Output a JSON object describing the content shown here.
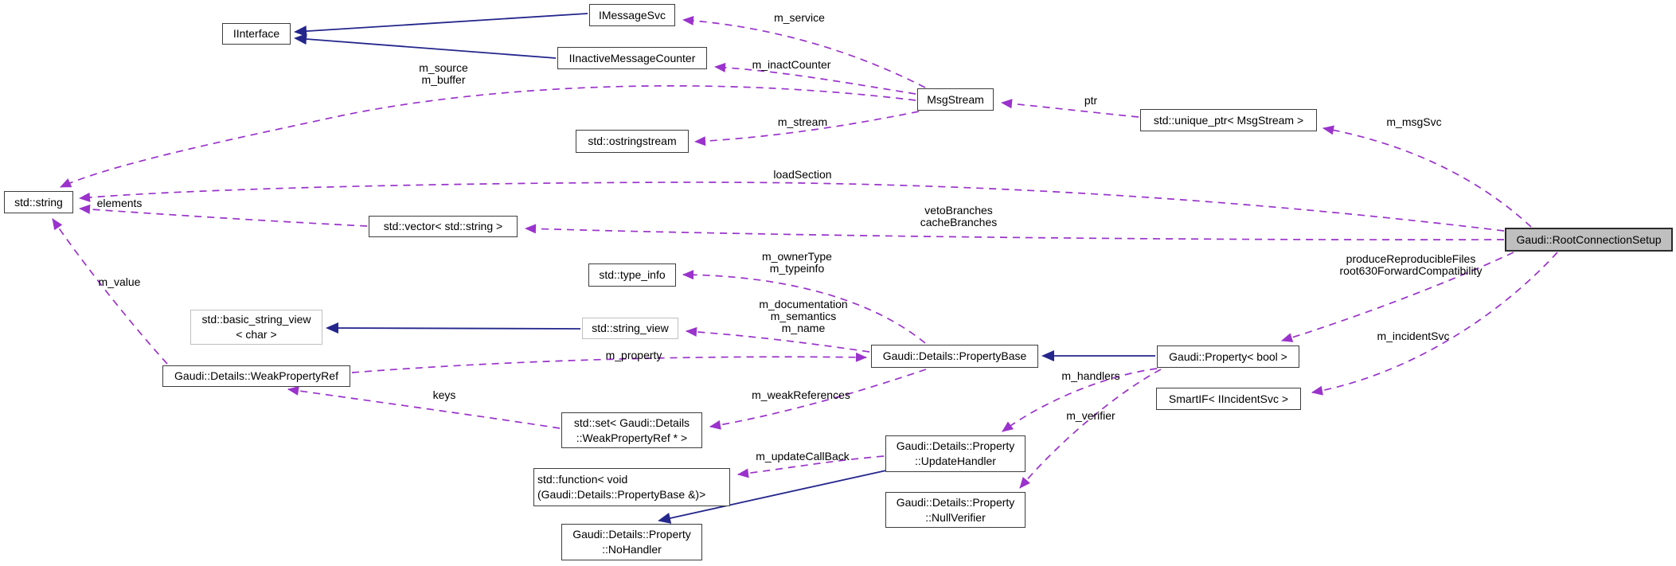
{
  "diagram": {
    "type": "collaboration-graph",
    "focus_node": "Gaudi::RootConnectionSetup",
    "colors": {
      "usage_edge": "#9a32cc",
      "inheritance_edge": "#24268c",
      "node_border": "#3d3d3d",
      "template_node_border": "#c0c0c0",
      "highlight_fill": "#bfbfbf",
      "background": "#ffffff"
    },
    "nodes": [
      {
        "id": "iinterface",
        "label": "IInterface"
      },
      {
        "id": "imessagesvc",
        "label": "IMessageSvc"
      },
      {
        "id": "iinactivemessagecounter",
        "label": "IInactiveMessageCounter"
      },
      {
        "id": "msgstream",
        "label": "MsgStream"
      },
      {
        "id": "unique-ptr-msgstream",
        "label": "std::unique_ptr< MsgStream >"
      },
      {
        "id": "ostringstream",
        "label": "std::ostringstream"
      },
      {
        "id": "string",
        "label": "std::string"
      },
      {
        "id": "vector-string",
        "label": "std::vector< std::string >"
      },
      {
        "id": "type-info",
        "label": "std::type_info"
      },
      {
        "id": "basic-string-view",
        "label": "std::basic_string_view\n< char >"
      },
      {
        "id": "string-view",
        "label": "std::string_view"
      },
      {
        "id": "propertybase",
        "label": "Gaudi::Details::PropertyBase"
      },
      {
        "id": "property-bool",
        "label": "Gaudi::Property< bool >"
      },
      {
        "id": "smartif-iincidentsvc",
        "label": "SmartIF< IIncidentSvc >"
      },
      {
        "id": "weakpropertyref",
        "label": "Gaudi::Details::WeakPropertyRef"
      },
      {
        "id": "set-weakpropertyref",
        "label": "std::set< Gaudi::Details\n::WeakPropertyRef * >"
      },
      {
        "id": "function-void",
        "label": "std::function< void\n(Gaudi::Details::PropertyBase &)>"
      },
      {
        "id": "updatehandler",
        "label": "Gaudi::Details::Property\n::UpdateHandler"
      },
      {
        "id": "nullverifier",
        "label": "Gaudi::Details::Property\n::NullVerifier"
      },
      {
        "id": "nohandler",
        "label": "Gaudi::Details::Property\n::NoHandler"
      },
      {
        "id": "rootconnectionsetup",
        "label": "Gaudi::RootConnectionSetup"
      }
    ],
    "edges": [
      {
        "from": "MsgStream",
        "to": "IMessageSvc",
        "label": "m_service",
        "type": "usage"
      },
      {
        "from": "MsgStream",
        "to": "IInactiveMessageCounter",
        "label": "m_inactCounter",
        "type": "usage"
      },
      {
        "from": "MsgStream",
        "to": "std::string",
        "label": "m_source\nm_buffer",
        "type": "usage"
      },
      {
        "from": "MsgStream",
        "to": "std::ostringstream",
        "label": "m_stream",
        "type": "usage"
      },
      {
        "from": "std::unique_ptr< MsgStream >",
        "to": "MsgStream",
        "label": "ptr",
        "type": "usage"
      },
      {
        "from": "Gaudi::RootConnectionSetup",
        "to": "std::unique_ptr< MsgStream >",
        "label": "m_msgSvc",
        "type": "usage"
      },
      {
        "from": "Gaudi::RootConnectionSetup",
        "to": "std::string",
        "label": "loadSection",
        "type": "usage"
      },
      {
        "from": "Gaudi::RootConnectionSetup",
        "to": "std::vector< std::string >",
        "label": "vetoBranches\ncacheBranches",
        "type": "usage"
      },
      {
        "from": "std::vector< std::string >",
        "to": "std::string",
        "label": "elements",
        "type": "usage"
      },
      {
        "from": "Gaudi::Details::WeakPropertyRef",
        "to": "std::string",
        "label": "m_value",
        "type": "usage"
      },
      {
        "from": "Gaudi::Details::PropertyBase",
        "to": "std::type_info",
        "label": "m_ownerType\nm_typeinfo",
        "type": "usage"
      },
      {
        "from": "Gaudi::Details::PropertyBase",
        "to": "std::string_view",
        "label": "m_documentation\nm_semantics\nm_name",
        "type": "usage"
      },
      {
        "from": "Gaudi::Details::WeakPropertyRef",
        "to": "Gaudi::Details::PropertyBase",
        "label": "m_property",
        "type": "usage"
      },
      {
        "from": "Gaudi::Details::PropertyBase",
        "to": "std::set< Gaudi::Details::WeakPropertyRef * >",
        "label": "m_weakReferences",
        "type": "usage"
      },
      {
        "from": "std::set< Gaudi::Details::WeakPropertyRef * >",
        "to": "Gaudi::Details::WeakPropertyRef",
        "label": "keys",
        "type": "usage"
      },
      {
        "from": "Gaudi::Details::Property::UpdateHandler",
        "to": "std::function< void (Gaudi::Details::PropertyBase &)>",
        "label": "m_updateCallBack",
        "type": "usage"
      },
      {
        "from": "Gaudi::Property< bool >",
        "to": "Gaudi::Details::Property::UpdateHandler",
        "label": "m_handlers",
        "type": "usage"
      },
      {
        "from": "Gaudi::Property< bool >",
        "to": "Gaudi::Details::Property::NullVerifier",
        "label": "m_verifier",
        "type": "usage"
      },
      {
        "from": "Gaudi::RootConnectionSetup",
        "to": "Gaudi::Property< bool >",
        "label": "produceReproducibleFiles\nroot630ForwardCompatibility",
        "type": "usage"
      },
      {
        "from": "Gaudi::RootConnectionSetup",
        "to": "SmartIF< IIncidentSvc >",
        "label": "m_incidentSvc",
        "type": "usage"
      },
      {
        "from": "IMessageSvc",
        "to": "IInterface",
        "label": "",
        "type": "inheritance"
      },
      {
        "from": "IInactiveMessageCounter",
        "to": "IInterface",
        "label": "",
        "type": "inheritance"
      },
      {
        "from": "std::string_view",
        "to": "std::basic_string_view< char >",
        "label": "",
        "type": "inheritance"
      },
      {
        "from": "Gaudi::Property< bool >",
        "to": "Gaudi::Details::PropertyBase",
        "label": "",
        "type": "inheritance"
      },
      {
        "from": "Gaudi::Details::Property::UpdateHandler",
        "to": "Gaudi::Details::Property::NoHandler",
        "label": "",
        "type": "inheritance"
      }
    ]
  }
}
